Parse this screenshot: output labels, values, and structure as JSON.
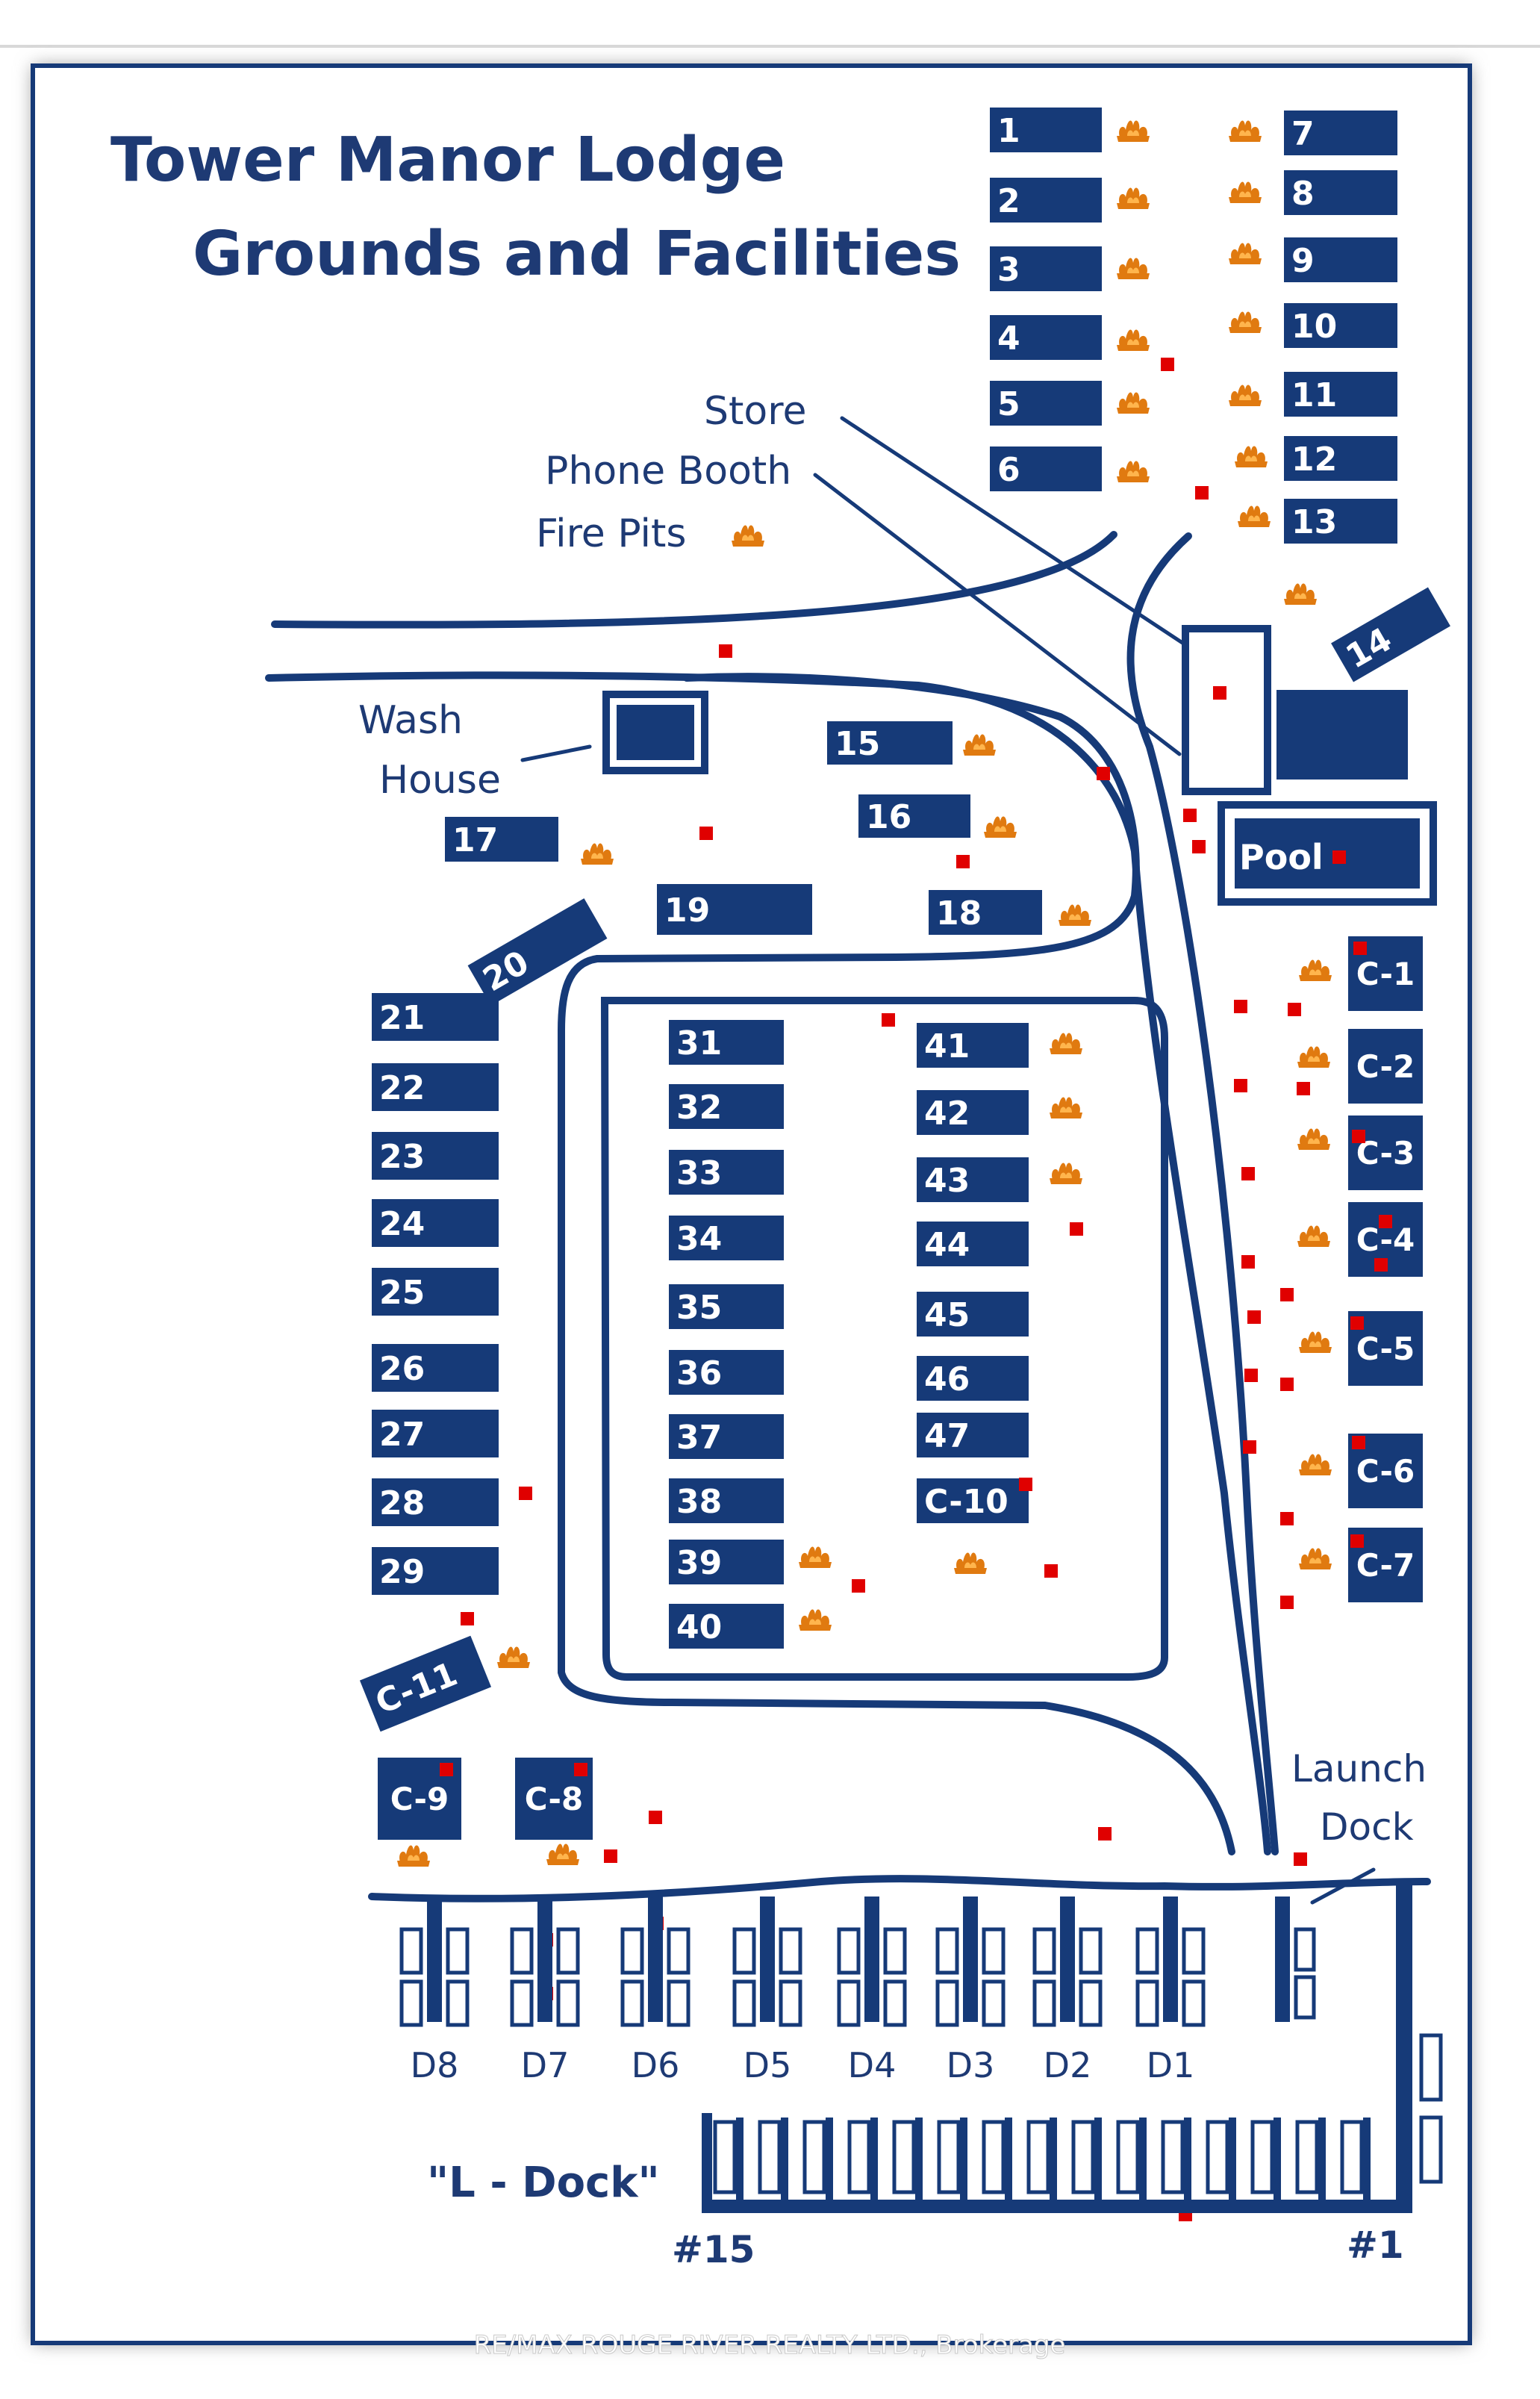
{
  "title": {
    "line1": "Tower Manor Lodge",
    "line2": "Grounds and Facilities"
  },
  "legend": {
    "store": "Store",
    "phone_booth": "Phone Booth",
    "fire_pits": "Fire Pits",
    "fire_pit_icon": "campfire-icon",
    "phone_icon": "red-square-marker"
  },
  "facilities": {
    "wash_house_line1": "Wash",
    "wash_house_line2": "House",
    "pool": "Pool",
    "launch_line1": "Launch",
    "launch_line2": "Dock",
    "l_dock": "\"L - Dock\"",
    "l_dock_start": "#15",
    "l_dock_end": "#1"
  },
  "units": [
    "1",
    "2",
    "3",
    "4",
    "5",
    "6",
    "7",
    "8",
    "9",
    "10",
    "11",
    "12",
    "13",
    "14",
    "15",
    "16",
    "17",
    "18",
    "19",
    "20",
    "21",
    "22",
    "23",
    "24",
    "25",
    "26",
    "27",
    "28",
    "29",
    "31",
    "32",
    "33",
    "34",
    "35",
    "36",
    "37",
    "38",
    "39",
    "40",
    "41",
    "42",
    "43",
    "44",
    "45",
    "46",
    "47",
    "C-10",
    "C-1",
    "C-2",
    "C-3",
    "C-4",
    "C-5",
    "C-6",
    "C-7",
    "C-11",
    "C-9",
    "C-8"
  ],
  "docks": [
    "D8",
    "D7",
    "D6",
    "D5",
    "D4",
    "D3",
    "D2",
    "D1"
  ],
  "watermark": "RE/MAX ROUGE RIVER REALTY LTD., Brokerage",
  "colors": {
    "navy": "#163a78",
    "fire": "#e07a10",
    "marker": "#e00000",
    "background": "#ffffff"
  }
}
